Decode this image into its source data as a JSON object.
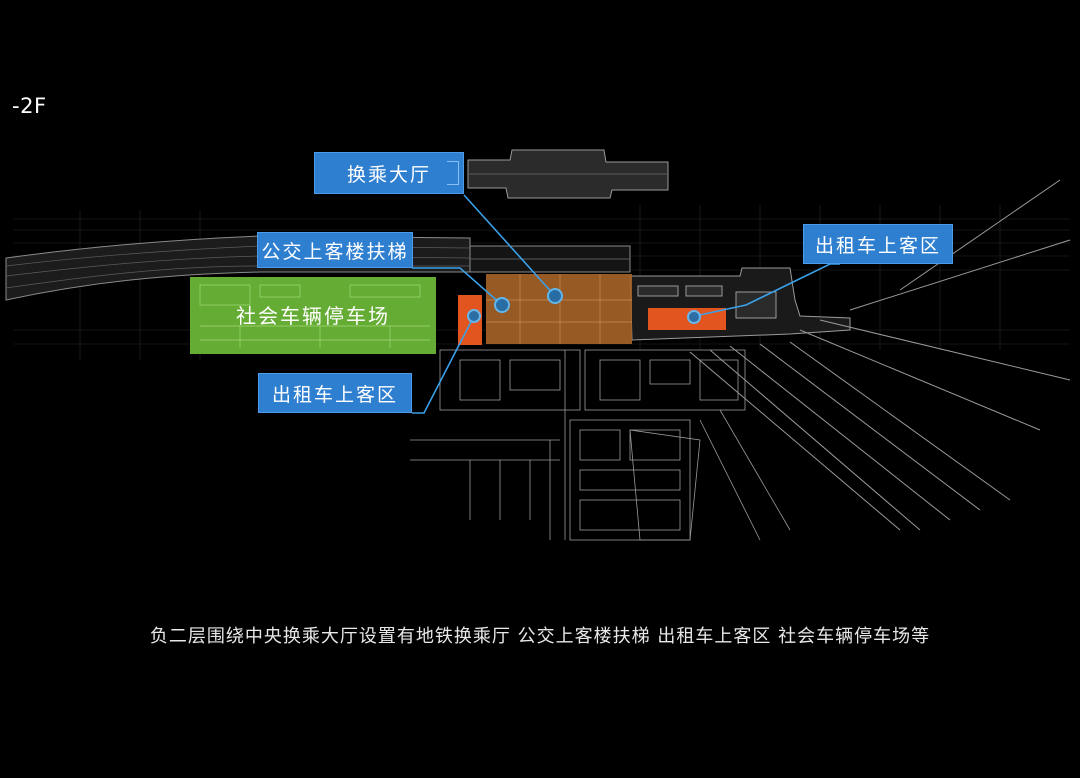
{
  "floor": {
    "label": "-2F"
  },
  "callouts": {
    "transfer_hall": "换乘大厅",
    "bus_escalator": "公交上客楼扶梯",
    "taxi_right": "出租车上客区",
    "taxi_left": "出租车上客区"
  },
  "areas": {
    "parking": "社会车辆停车场"
  },
  "caption": "负二层围绕中央换乘大厅设置有地铁换乘厅  公交上客楼扶梯  出租车上客区  社会车辆停车场等",
  "colors": {
    "background": "#000000",
    "callout": "#2f7fd1",
    "leader": "#3aa0e8",
    "parking_zone": "#6fbf3a",
    "hall_zone": "#b06a2a",
    "taxi_zone": "#e2551f",
    "linework": "#8a8a8a",
    "text": "#ffffff"
  }
}
